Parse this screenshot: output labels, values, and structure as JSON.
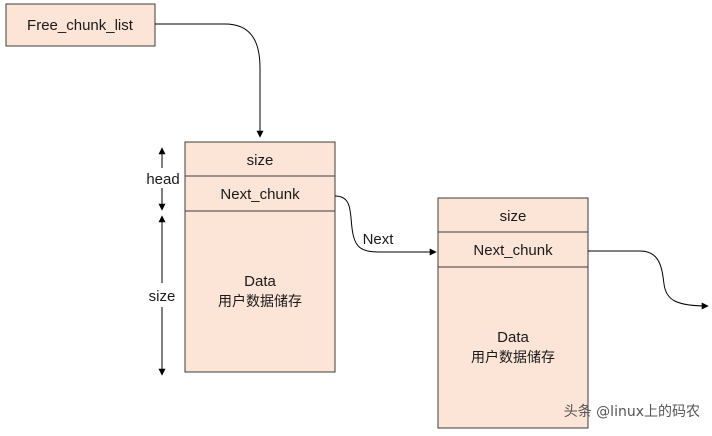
{
  "free_list": {
    "label": "Free_chunk_list"
  },
  "chunk_a": {
    "size_label": "size",
    "next_label": "Next_chunk",
    "data_label": "Data",
    "data_sublabel": "用户数据储存"
  },
  "chunk_b": {
    "size_label": "size",
    "next_label": "Next_chunk",
    "data_label": "Data",
    "data_sublabel": "用户数据储存"
  },
  "dimensions": {
    "head_label": "head",
    "size_label": "size"
  },
  "arrow_label": "Next",
  "watermark": "头条 @linux上的码农",
  "colors": {
    "box_fill": "#fce4d6",
    "box_stroke": "#3c3c3c"
  }
}
